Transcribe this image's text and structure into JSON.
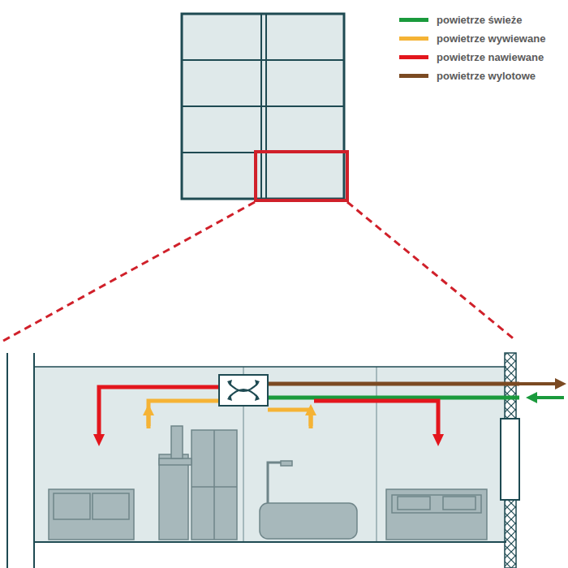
{
  "diagram": {
    "legend": [
      {
        "text": "powietrze świeże",
        "color": "#1a9a3c"
      },
      {
        "text": "powietrze wywiewane",
        "color": "#f5b335"
      },
      {
        "text": "powietrze nawiewane",
        "color": "#e3161d"
      },
      {
        "text": "powietrze wylotowe",
        "color": "#7b4a22"
      }
    ]
  }
}
